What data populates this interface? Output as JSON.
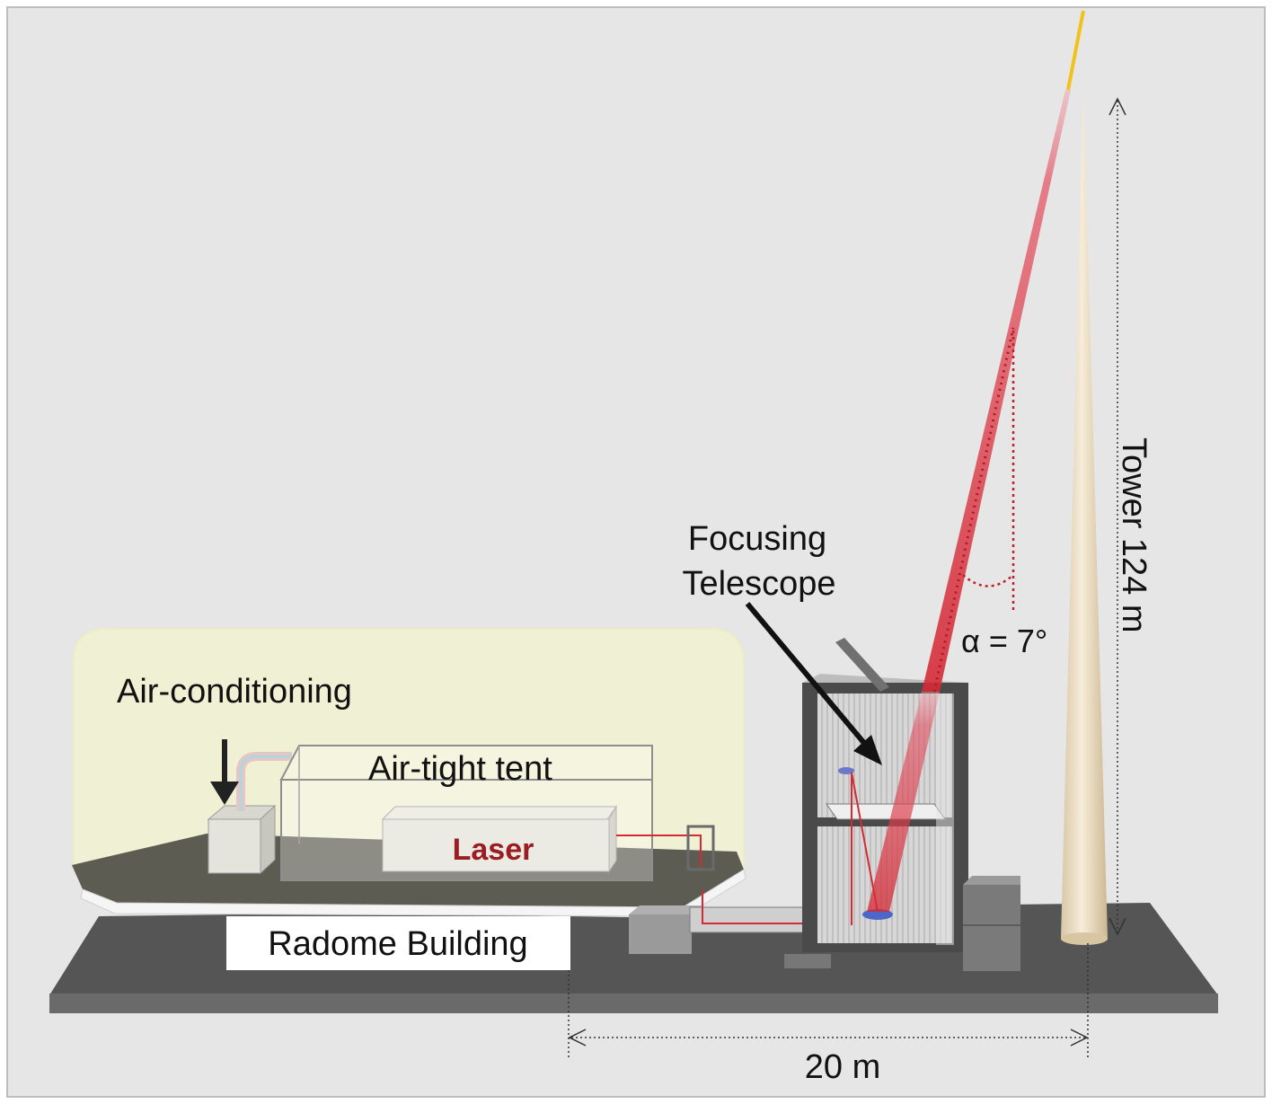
{
  "labels": {
    "air_conditioning": "Air-conditioning",
    "air_tight_tent": "Air-tight tent",
    "laser": "Laser",
    "radome_building": "Radome Building",
    "focusing_telescope_line1": "Focusing",
    "focusing_telescope_line2": "Telescope",
    "angle": "α = 7°",
    "tower_height": "Tower 124 m",
    "distance": "20 m"
  },
  "colors": {
    "background": "#e6e6e6",
    "frame": "#bdbdbd",
    "ground": "#555555",
    "radome_dome": "#f3f3cf",
    "laser_beam": "#d42a35",
    "laser_label": "#9b1c22",
    "tower": "#efe2c8",
    "beam_tip": "#f2c21a"
  }
}
